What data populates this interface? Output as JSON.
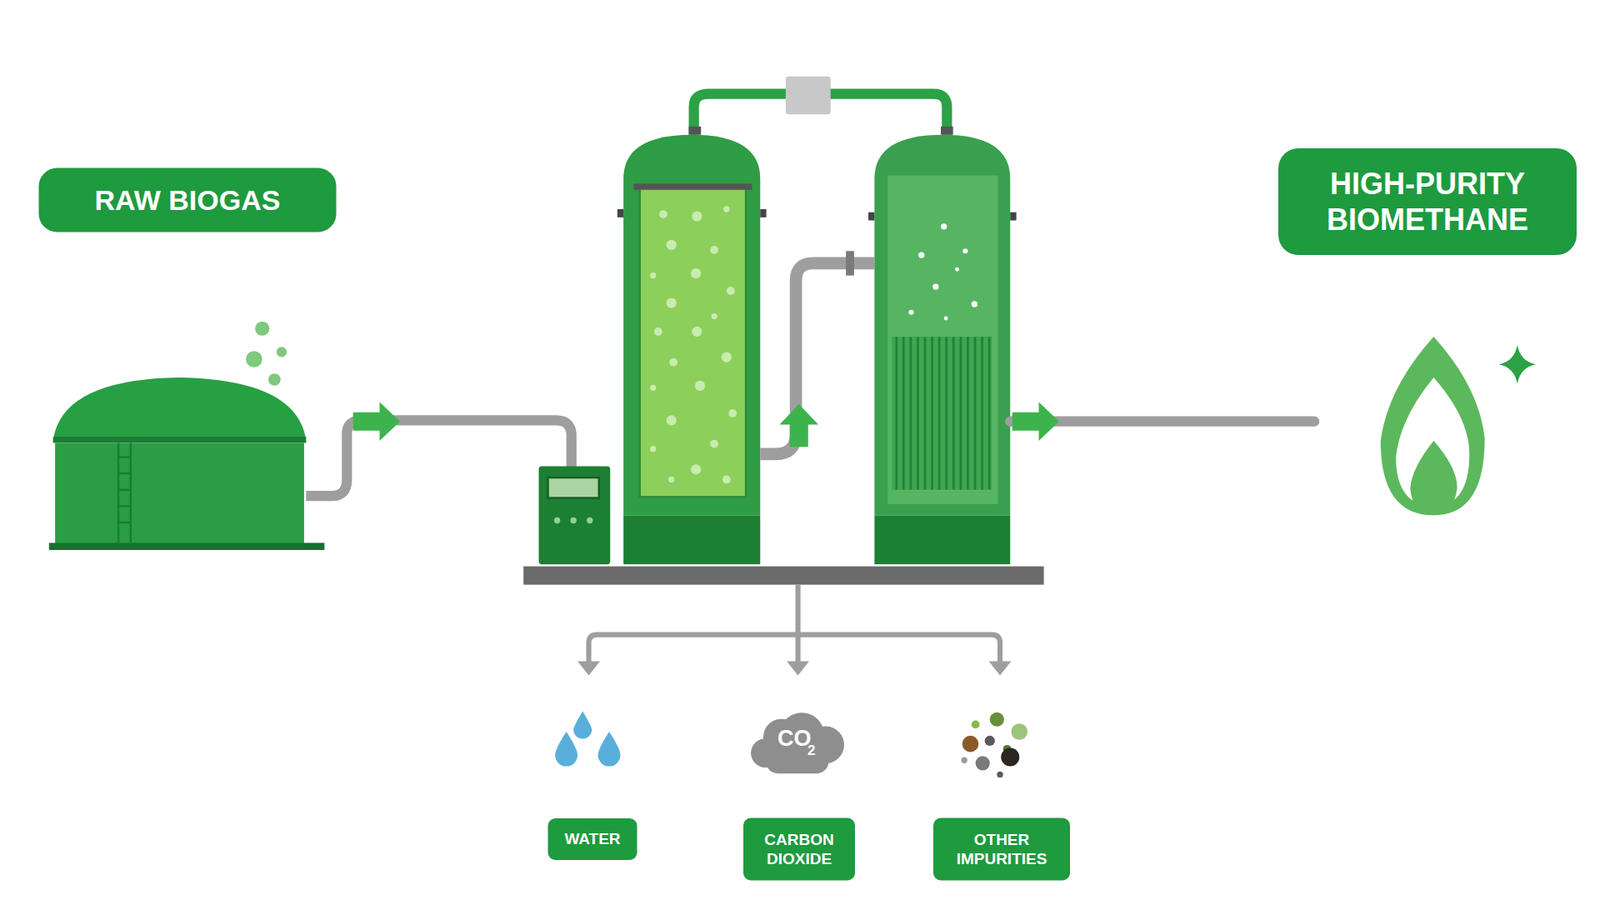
{
  "diagram": {
    "nodes": [
      {
        "text": [
          "RAW BIOGAS"
        ]
      },
      {
        "text": [
          "HIGH-PURITY BIOMETHANE"
        ]
      },
      {
        "text": [
          "WATER"
        ]
      },
      {
        "text": [
          "CARBON DIOXIDE"
        ]
      },
      {
        "text": [
          "OTHER IMPURITIES"
        ]
      }
    ],
    "labels": [
      "CO",
      "2"
    ]
  }
}
